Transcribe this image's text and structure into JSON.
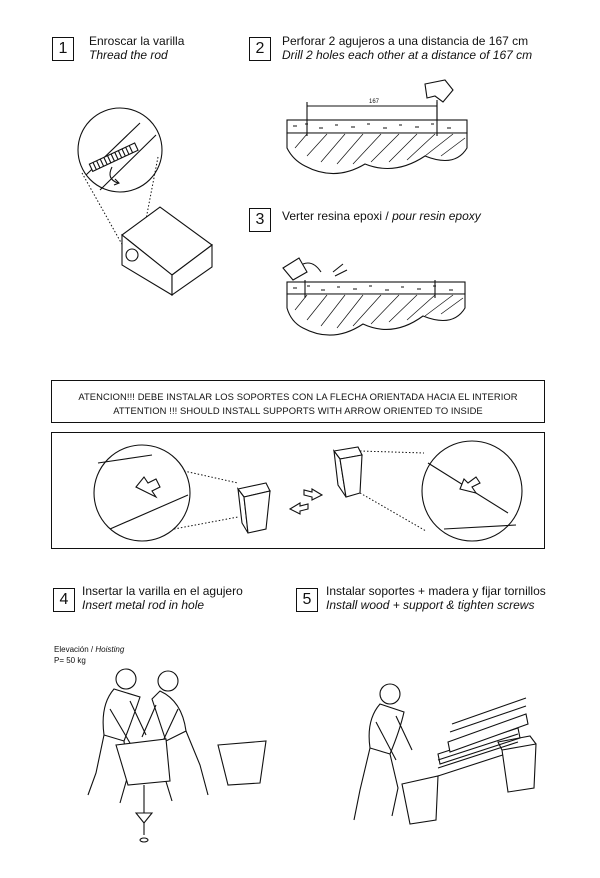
{
  "steps": [
    {
      "number": "1",
      "es": "Enroscar la varilla",
      "en": "Thread the rod"
    },
    {
      "number": "2",
      "es": "Perforar 2 agujeros a una distancia de 167 cm",
      "en": "Drill 2 holes each other at a distance of 167 cm"
    },
    {
      "number": "3",
      "es": "Verter resina epoxi / ",
      "en": "pour resin epoxy"
    },
    {
      "number": "4",
      "es": "Insertar la varilla en el agujero",
      "en": "Insert metal rod in hole"
    },
    {
      "number": "5",
      "es": "Instalar soportes + madera y fijar tornillos",
      "en": "Install wood + support & tighten screws"
    }
  ],
  "dimension_label": "167",
  "notice": {
    "line1": "ATENCION!!! DEBE INSTALAR LOS SOPORTES CON LA FLECHA ORIENTADA HACIA EL INTERIOR",
    "line2": "ATTENTION !!! SHOULD INSTALL SUPPORTS WITH ARROW ORIENTED TO INSIDE"
  },
  "hoisting": {
    "label_es": "Elevación / ",
    "label_en": "Hoisting",
    "weight": "P= 50 kg"
  }
}
